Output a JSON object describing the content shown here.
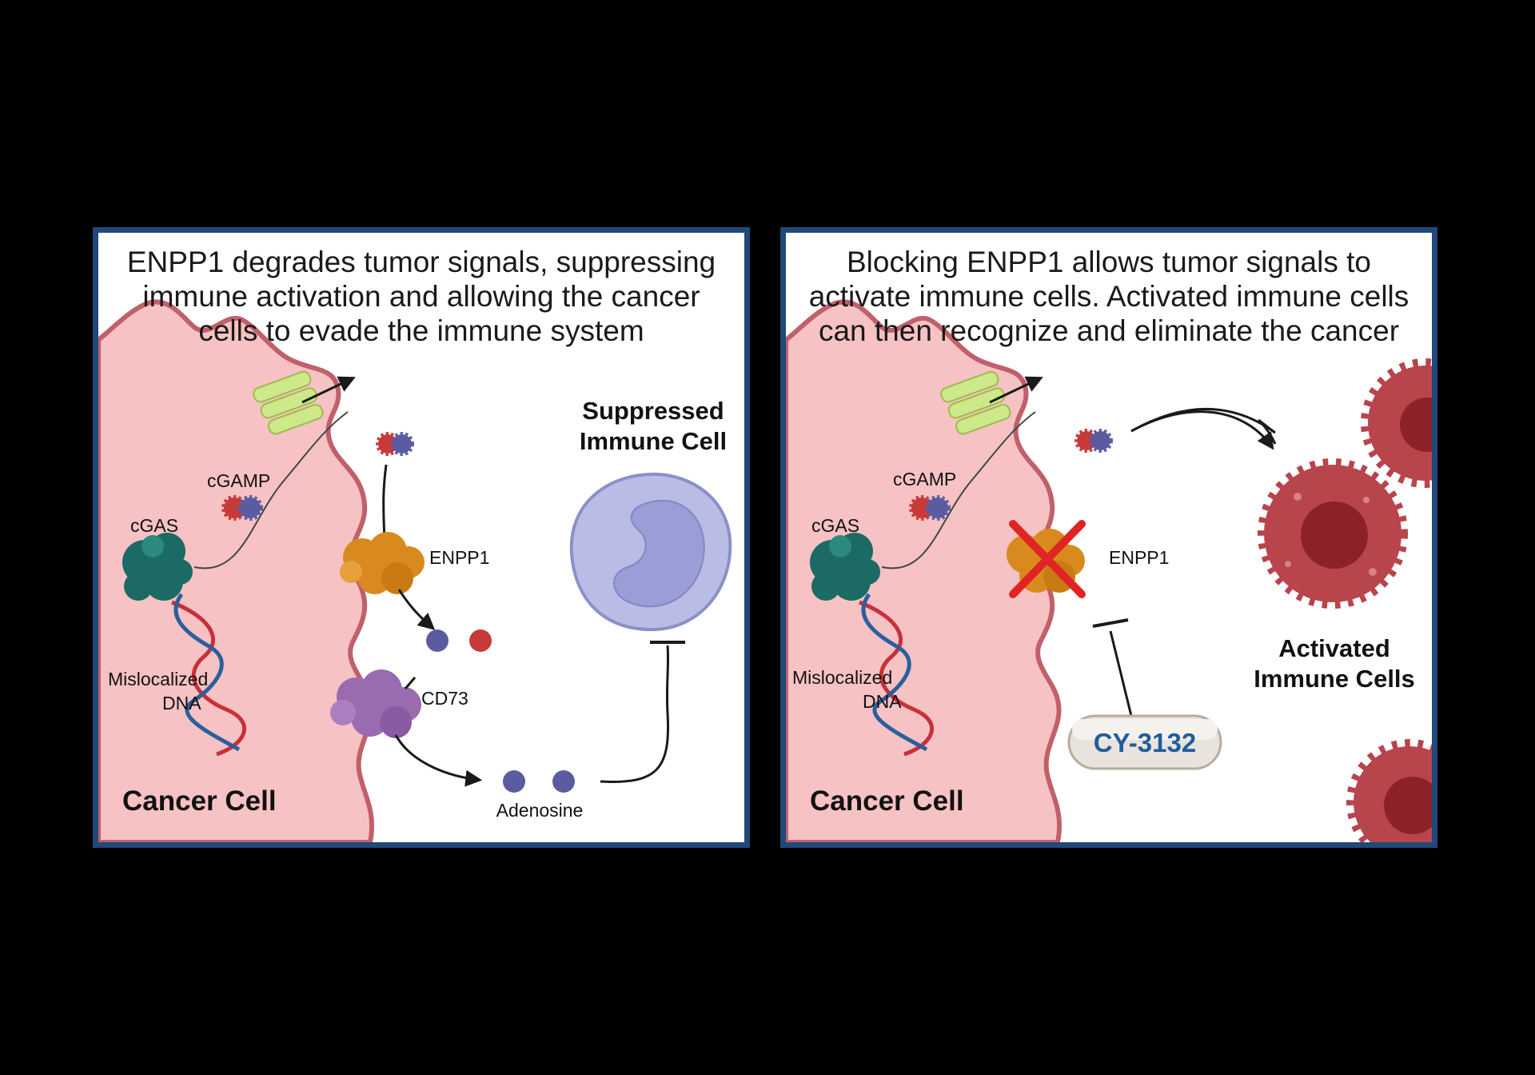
{
  "left_panel": {
    "title": "ENPP1 degrades tumor signals, suppressing\nimmune activation and allowing the cancer\ncells to evade the immune system",
    "labels": {
      "cgamp": "cGAMP",
      "cgas": "cGAS",
      "enpp1": "ENPP1",
      "cd73": "CD73",
      "dna_line1": "Mislocalized",
      "dna_line2": "DNA",
      "adenosine": "Adenosine",
      "cancer_cell": "Cancer Cell",
      "immune_line1": "Suppressed",
      "immune_line2": "Immune Cell"
    }
  },
  "right_panel": {
    "title": "Blocking ENPP1 allows tumor signals to\nactivate immune cells. Activated immune cells\ncan then recognize and eliminate the cancer",
    "labels": {
      "cgamp": "cGAMP",
      "cgas": "cGAS",
      "enpp1": "ENPP1",
      "dna_line1": "Mislocalized",
      "dna_line2": "DNA",
      "cancer_cell": "Cancer Cell",
      "drug": "CY-3132",
      "immune_line1": "Activated",
      "immune_line2": "Immune Cells"
    }
  },
  "colors": {
    "frame": "#20487a",
    "cell_fill": "#f7c2c3",
    "cell_edge": "#c0606a",
    "cgas": "#1b6a64",
    "enpp1": "#d98a1e",
    "cd73": "#9b6bb0",
    "channel": "#cde98a",
    "adenosine": "#5b5ca0",
    "red_dot": "#c83a3a",
    "immune_suppressed": "#b9bde6",
    "immune_activated": "#b8444c",
    "drug_text": "#1f5d9c",
    "block_x": "#e02424"
  },
  "icons": [
    "cgas-protein-icon",
    "dna-helix-icon",
    "channel-icon",
    "enpp1-protein-icon",
    "cd73-protein-icon",
    "cgamp-molecule-icon",
    "suppressed-immune-cell-icon",
    "activated-immune-cell-icon",
    "block-x-icon",
    "pill-icon"
  ]
}
